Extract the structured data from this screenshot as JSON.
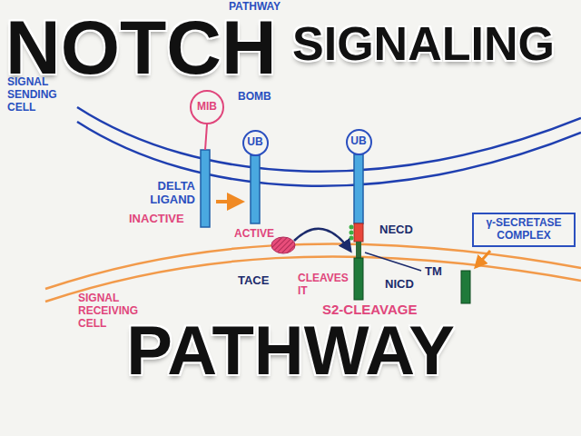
{
  "diagram": {
    "title": "NOTCH",
    "nodes": [
      {
        "text": [
          "MIB"
        ]
      },
      {
        "text": [
          "UB"
        ]
      },
      {
        "text": [
          "UB"
        ]
      },
      {
        "text": [
          "γ-SECRETASE COMPLEX"
        ]
      }
    ],
    "labels": [
      "PATHWAY",
      "SIGNALING",
      "SIGNAL SENDING CELL",
      "BOMB",
      "DELTA LIGAND",
      "INACTIVE",
      "ACTIVE",
      "NECD",
      "TM",
      "TACE",
      "CLEAVES IT",
      "NICD",
      "S2-CLEAVAGE",
      "SIGNAL RECEIVING CELL",
      "PATHWAY"
    ]
  }
}
